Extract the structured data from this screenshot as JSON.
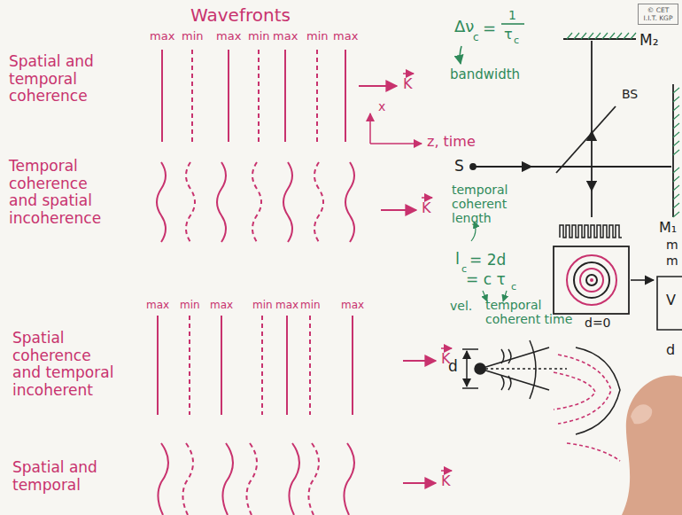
{
  "diagram": {
    "nodes": [
      {
        "text": [
          "© CET I.I.T. KGP"
        ]
      }
    ],
    "labels": [
      "Wavefronts",
      "max",
      "min",
      "max",
      "min",
      "max",
      "min",
      "max",
      "Spatial and temporal coherence",
      "K",
      "x",
      "z, time",
      "Temporal coherence and spatial incoherence",
      "K",
      "max",
      "min",
      "max",
      "min",
      "max",
      "min",
      "max",
      "Spatial coherence and temporal incoherent",
      "K",
      "Spatial and temporal",
      "K",
      "Δν",
      "c",
      "=",
      "1",
      "τ",
      "c",
      "bandwidth",
      "M₂",
      "BS",
      "S",
      "M₁",
      "m",
      "m",
      "temporal coherent length",
      "l",
      "c",
      "= 2d",
      "= c τ",
      "c",
      "vel.",
      "temporal coherent time",
      "d=0",
      "d",
      "d",
      "V"
    ]
  }
}
